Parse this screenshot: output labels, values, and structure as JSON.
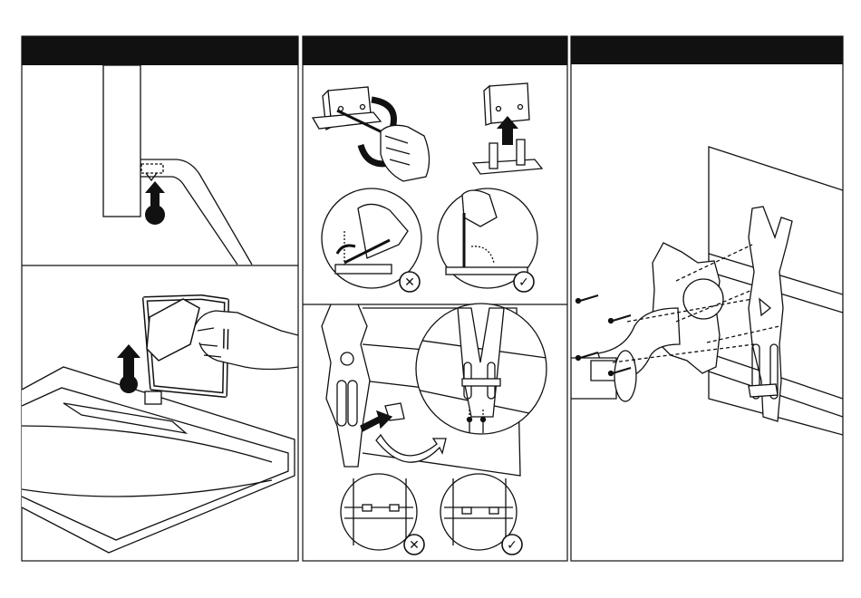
{
  "panels": [
    {
      "id": "panel-1",
      "title": "",
      "steps": [
        "remove-stand-push-up",
        "lift-stand-off-monitor"
      ]
    },
    {
      "id": "panel-2",
      "title": "",
      "steps": [
        "unscrew-stand-bracket",
        "insert-bracket-into-plate"
      ]
    },
    {
      "id": "panel-3",
      "title": "",
      "steps": [
        "mount-arm-to-monitor"
      ]
    }
  ],
  "indicators": {
    "incorrect_symbol": "✕",
    "correct_symbol": "✓",
    "incorrect_color": "#111111",
    "correct_color": "#111111"
  },
  "colors": {
    "line": "#111111",
    "header": "#111111",
    "background": "#ffffff"
  },
  "icons": [
    "arrow-up-icon",
    "arrow-right-icon",
    "curved-arrow-icon",
    "rotate-arrow-icon",
    "screw-icon",
    "hand-icon"
  ]
}
